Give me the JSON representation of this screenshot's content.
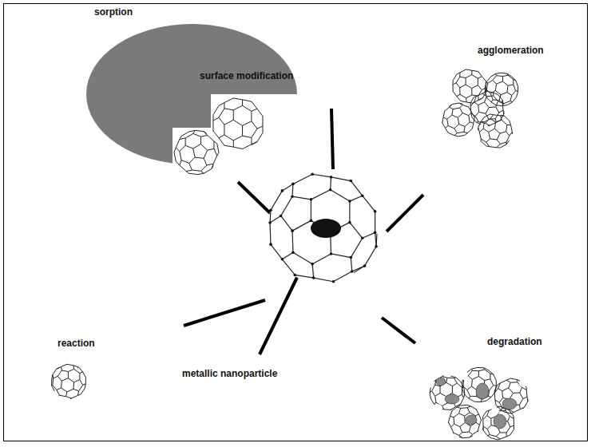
{
  "diagram": {
    "labels": [
      "sorption",
      "surface modification",
      "agglomeration",
      "reaction",
      "metallic nanoparticle",
      "degradation"
    ]
  }
}
